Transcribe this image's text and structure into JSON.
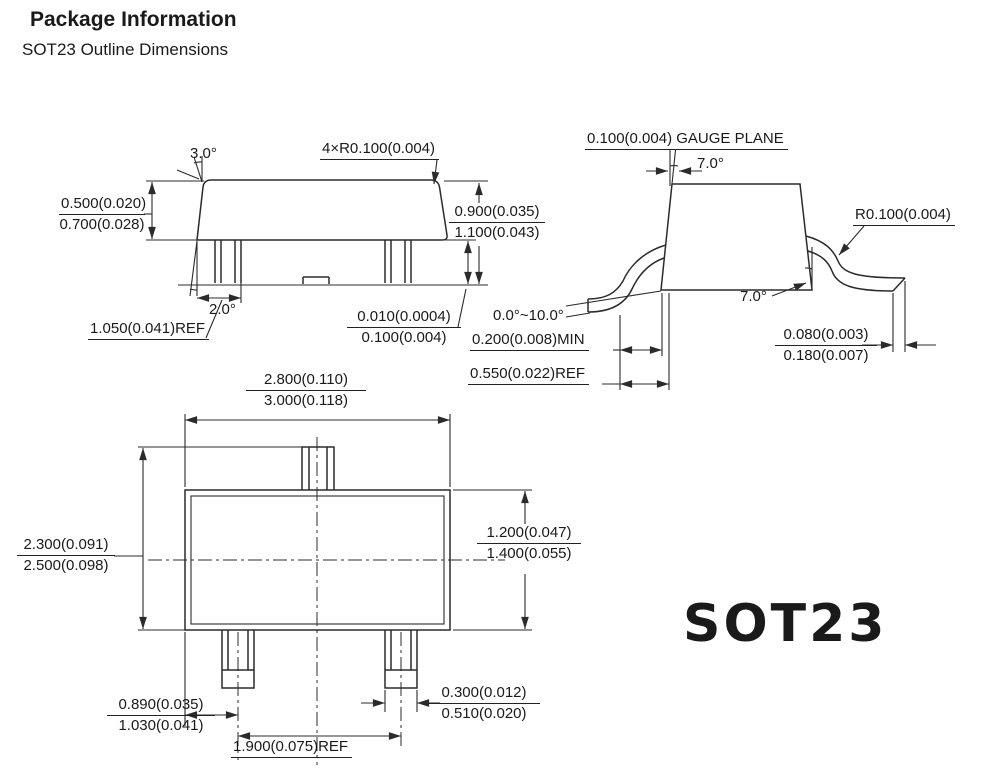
{
  "header": {
    "title": "Package Information",
    "subtitle": "SOT23 Outline Dimensions"
  },
  "package_name": "SOT23",
  "side_view": {
    "top_angle": "3.0°",
    "corner_radius": "4×R0.100(0.004)",
    "body_height_min": "0.500(0.020)",
    "body_height_max": "0.700(0.028)",
    "total_height_min": "0.900(0.035)",
    "total_height_max": "1.100(0.043)",
    "bottom_angle": "2.0°",
    "edge_ref": "1.050(0.041)REF",
    "standoff_min": "0.010(0.0004)",
    "standoff_max": "0.100(0.004)"
  },
  "lead_view": {
    "gauge_plane": "0.100(0.004) GAUGE PLANE",
    "top_angle": "7.0°",
    "lead_radius": "R0.100(0.004)",
    "inner_angle": "7.0°",
    "foot_angle_range": "0.0°~10.0°",
    "foot_length_min": "0.200(0.008)MIN",
    "foot_length_ref": "0.550(0.022)REF",
    "lead_thickness_min": "0.080(0.003)",
    "lead_thickness_max": "0.180(0.007)"
  },
  "top_view": {
    "body_width_min": "2.800(0.110)",
    "body_width_max": "3.000(0.118)",
    "span_min": "2.300(0.091)",
    "span_max": "2.500(0.098)",
    "body_depth_min": "1.200(0.047)",
    "body_depth_max": "1.400(0.055)",
    "lead_offset_min": "0.890(0.035)",
    "lead_offset_max": "1.030(0.041)",
    "lead_width_min": "0.300(0.012)",
    "lead_width_max": "0.510(0.020)",
    "pitch_ref": "1.900(0.075)REF"
  }
}
